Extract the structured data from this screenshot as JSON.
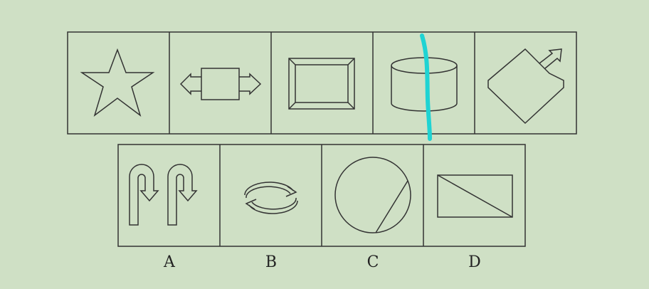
{
  "puzzle": {
    "question_figures": [
      {
        "shape": "star-icon"
      },
      {
        "shape": "double-arrow-box-icon"
      },
      {
        "shape": "beveled-rectangle-icon"
      },
      {
        "shape": "cylinder-icon"
      },
      {
        "shape": "diamond-arrow-icon"
      }
    ],
    "options": [
      {
        "label": "A",
        "shape": "double-u-turn-arrow-icon"
      },
      {
        "label": "B",
        "shape": "cycle-arrows-icon"
      },
      {
        "label": "C",
        "shape": "circle-with-chord-icon"
      },
      {
        "label": "D",
        "shape": "rectangle-with-diagonal-icon"
      }
    ],
    "colors": {
      "background": "#cfe0c5",
      "line": "#333333",
      "annotation": "#1fd3d3"
    }
  }
}
